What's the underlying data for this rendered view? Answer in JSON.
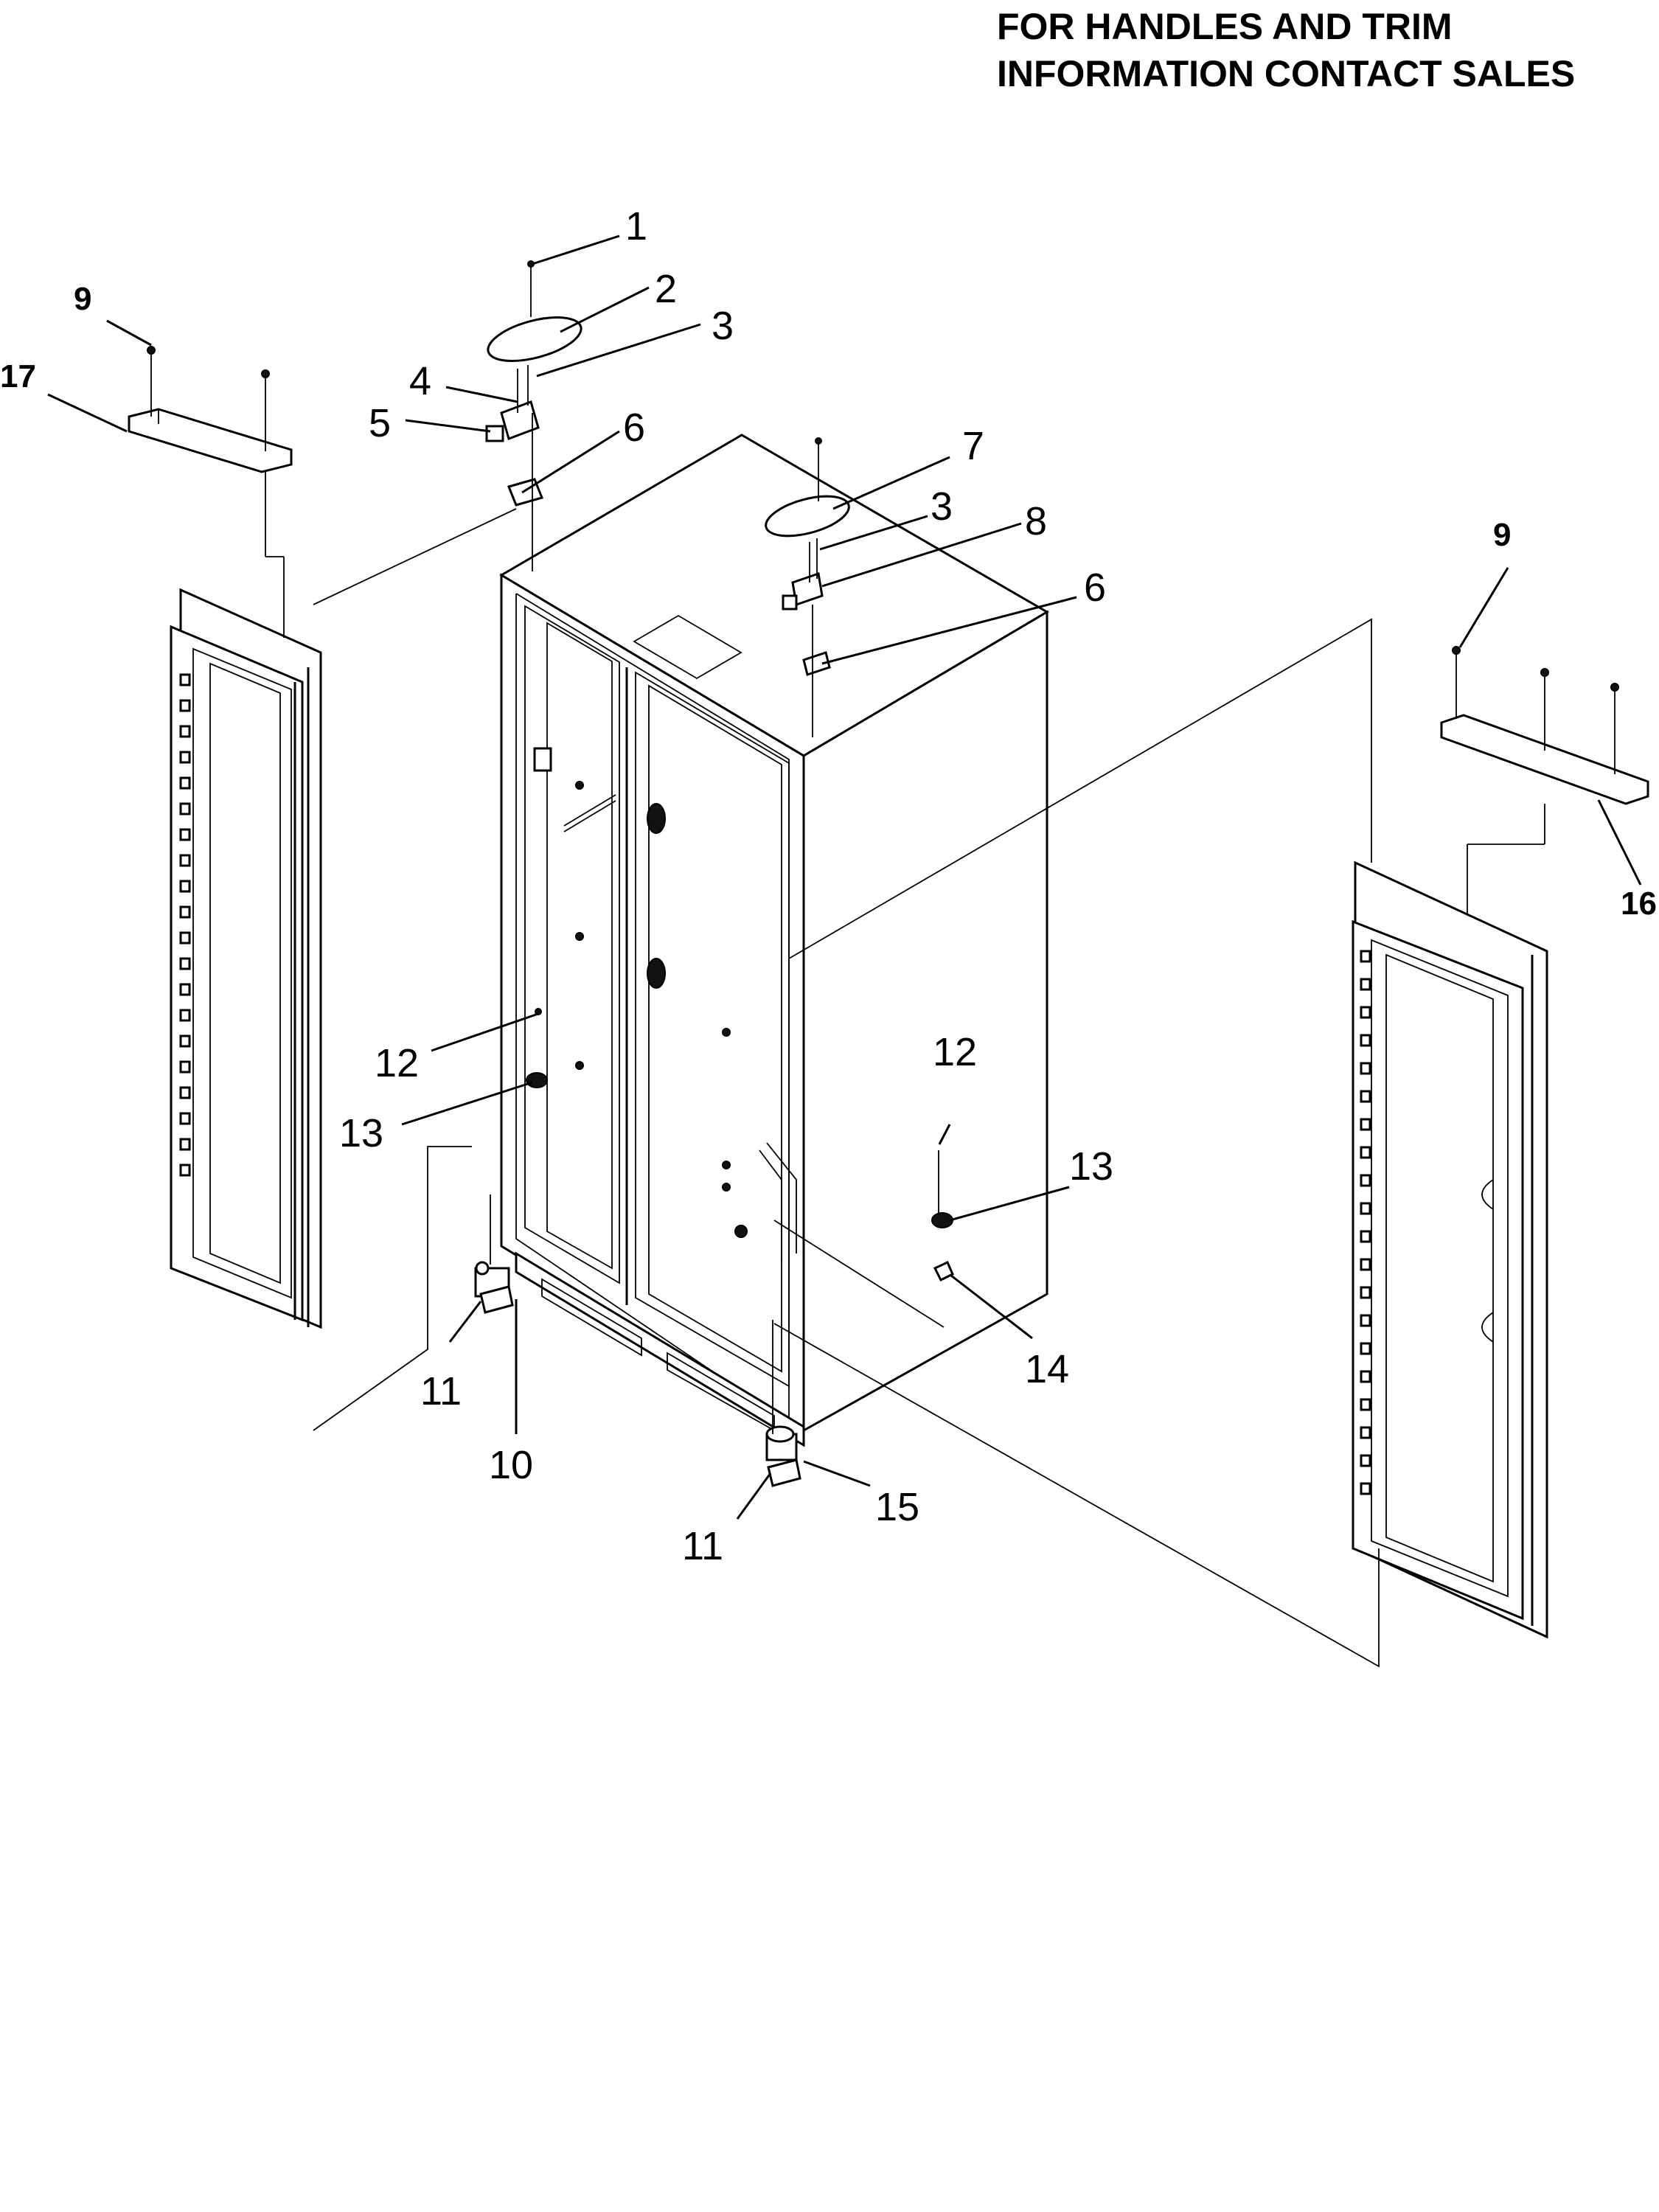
{
  "note": {
    "line1": "FOR HANDLES AND TRIM",
    "line2": "INFORMATION CONTACT SALES"
  },
  "callouts": {
    "c1": "1",
    "c2": "2",
    "c3a": "3",
    "c3b": "3",
    "c4": "4",
    "c5": "5",
    "c6a": "6",
    "c6b": "6",
    "c7": "7",
    "c8": "8",
    "c9a": "9",
    "c9b": "9",
    "c10": "10",
    "c11a": "11",
    "c11b": "11",
    "c12a": "12",
    "c12b": "12",
    "c13a": "13",
    "c13b": "13",
    "c14": "14",
    "c15": "15",
    "c16": "16",
    "c17": "17"
  }
}
